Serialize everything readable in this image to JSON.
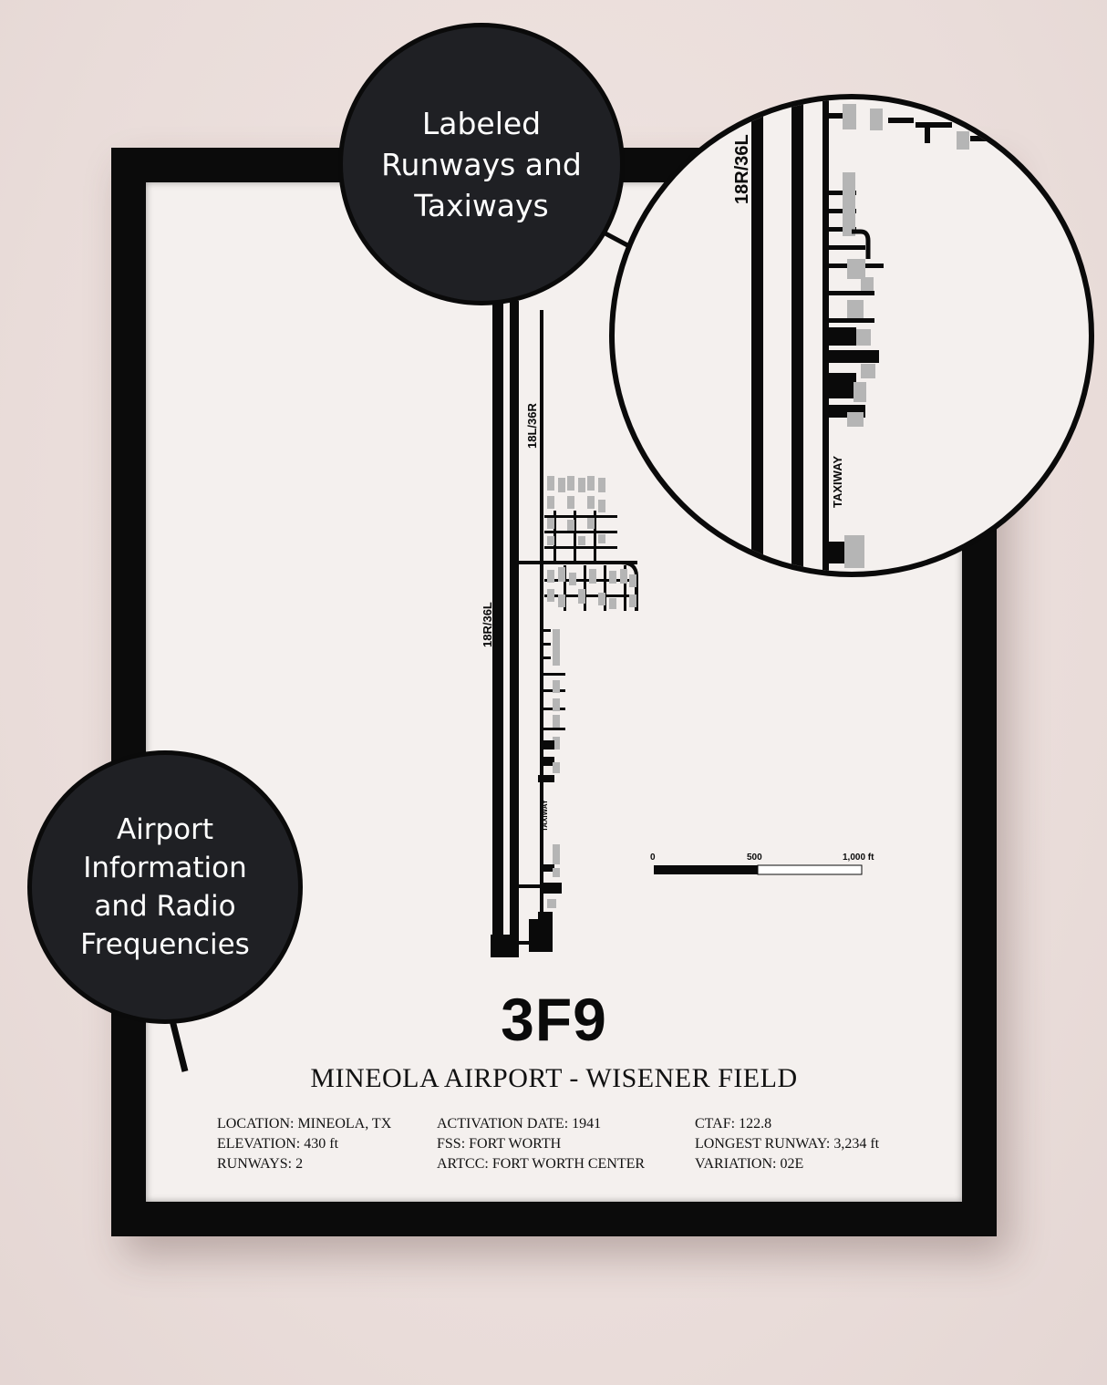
{
  "poster": {
    "code": "3F9",
    "name": "MINEOLA AIRPORT - WISENER FIELD",
    "info": {
      "col1": [
        "LOCATION: MINEOLA, TX",
        "ELEVATION: 430 ft",
        "RUNWAYS: 2"
      ],
      "col2": [
        "ACTIVATION DATE: 1941",
        "FSS: FORT WORTH",
        "ARTCC: FORT WORTH CENTER"
      ],
      "col3": [
        "CTAF: 122.8",
        "LONGEST RUNWAY: 3,234 ft",
        "VARIATION: 02E"
      ]
    }
  },
  "diagram": {
    "runway_left_label": "18R/36L",
    "runway_right_label": "18L/36R",
    "taxiway_label": "TAXIWAY",
    "scale": {
      "labels": [
        "0",
        "500",
        "1,000 ft"
      ]
    }
  },
  "callouts": {
    "top": [
      "Labeled",
      "Runways and",
      "Taxiways"
    ],
    "left": [
      "Airport",
      "Information",
      "and Radio",
      "Frequencies"
    ]
  },
  "zoom": {
    "runway_label": "18R/36L",
    "taxiway_label": "TAXIWAY"
  },
  "colors": {
    "wall": "#eee2df",
    "frame": "#0b0b0b",
    "mat": "#f4f0ee",
    "bubble": "#1f2024",
    "hangar_gray": "#b5b5b5"
  }
}
